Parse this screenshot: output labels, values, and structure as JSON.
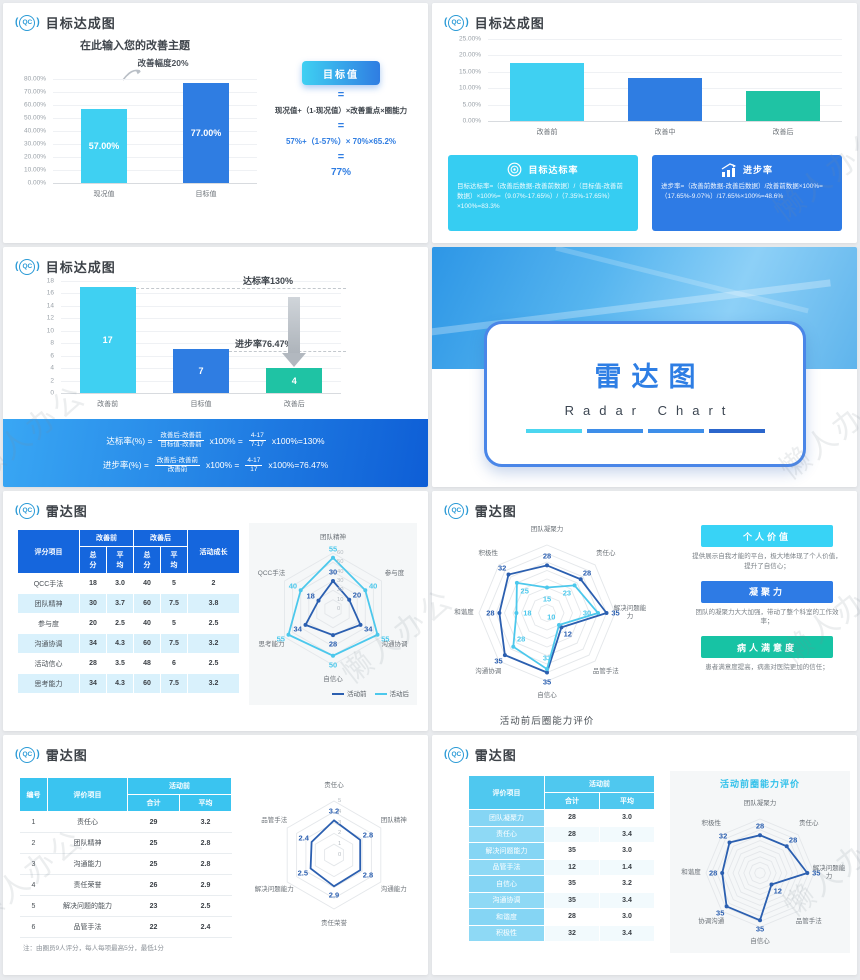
{
  "watermark": "懒人办公",
  "logo": {
    "left": "(",
    "text": "QC",
    "right": ")"
  },
  "slides": {
    "goal1": {
      "title": "目标达成图",
      "chart_title": "在此输入您的改善主题",
      "annotation": "改善幅度20%",
      "target_button": "目标值",
      "eq": "=",
      "formula_text": "现况值+（1-现况值）×改善重点×圈能力",
      "formula_values": "57%+（1-57%）× 70%×65.2%",
      "result": "77%",
      "chart": {
        "type": "bar",
        "ymax": 80,
        "yticks": [
          "80.00%",
          "70.00%",
          "60.00%",
          "50.00%",
          "40.00%",
          "30.00%",
          "20.00%",
          "10.00%",
          "0.00%"
        ],
        "categories": [
          "现况值",
          "目标值"
        ],
        "values": [
          57,
          77
        ],
        "value_labels": [
          "57.00%",
          "77.00%"
        ],
        "colors": [
          "#3fd0f2",
          "#2f7de2"
        ]
      }
    },
    "goal2": {
      "title": "目标达成图",
      "chart": {
        "type": "bar",
        "ymax": 25,
        "yticks": [
          "25.00%",
          "20.00%",
          "15.00%",
          "10.00%",
          "5.00%",
          "0.00%"
        ],
        "categories": [
          "改善前",
          "改善中",
          "改善后"
        ],
        "values": [
          17.65,
          13,
          9.07
        ],
        "colors": [
          "#3fd0f2",
          "#2f7de2",
          "#1fc3a4"
        ]
      },
      "box1": {
        "title": "目标达标率",
        "body": "目标达标率=（改善后数据-改善前数据）/（目标值-改善前数据）×100%=（9.07%-17.65%）/（7.35%-17.65%）×100%=83.3%"
      },
      "box2": {
        "title": "进步率",
        "body": "进步率=（改善前数据-改善后数据）/改善前数据×100%=（17.65%-9.07%）/17.65%×100%=48.6%"
      }
    },
    "goal3": {
      "title": "目标达成图",
      "annotation_rate": "达标率130%",
      "annotation_progress": "进步率76.47%",
      "chart": {
        "type": "bar",
        "ymax": 18,
        "yticks": [
          "18",
          "16",
          "14",
          "12",
          "10",
          "8",
          "6",
          "4",
          "2",
          "0"
        ],
        "categories": [
          "改善前",
          "目标值",
          "改善后"
        ],
        "values": [
          17,
          7,
          4
        ],
        "value_labels": [
          "17",
          "7",
          "4"
        ],
        "colors": [
          "#3fd0f2",
          "#2f7de2",
          "#1fc3a4"
        ]
      },
      "formula1": {
        "label": "达标率(%) =",
        "num1": "改善后-改善前",
        "den1": "目标值-改善前",
        "mid": "x100% =",
        "num2": "4-17",
        "den2": "7-17",
        "result": "x100%=130%"
      },
      "formula2": {
        "label": "进步率(%) =",
        "num1": "改善后-改善前",
        "den1": "改善前",
        "mid": "x100% =",
        "num2": "4-17",
        "den2": "17",
        "result": "x100%=76.47%"
      }
    },
    "cover": {
      "title": "雷达图",
      "subtitle": "Radar Chart"
    },
    "radar1": {
      "title": "雷达图",
      "table": {
        "col_item": "评分项目",
        "group_before": "改善前",
        "group_after": "改善后",
        "sub": [
          "总\n分",
          "平\n均",
          "总\n分",
          "平\n均"
        ],
        "col_growth": "活动成长",
        "rows": [
          [
            "QCC手法",
            "18",
            "3.0",
            "40",
            "5",
            "2"
          ],
          [
            "团队精神",
            "30",
            "3.7",
            "60",
            "7.5",
            "3.8"
          ],
          [
            "参与度",
            "20",
            "2.5",
            "40",
            "5",
            "2.5"
          ],
          [
            "沟通协调",
            "34",
            "4.3",
            "60",
            "7.5",
            "3.2"
          ],
          [
            "活动信心",
            "28",
            "3.5",
            "48",
            "6",
            "2.5"
          ],
          [
            "思考能力",
            "34",
            "4.3",
            "60",
            "7.5",
            "3.2"
          ]
        ]
      },
      "legend": [
        "活动前",
        "活动后"
      ],
      "chart": {
        "type": "radar",
        "axes": [
          "团队精神",
          "参与度",
          "沟通协调",
          "自信心",
          "思考能力",
          "QCC手法"
        ],
        "max": 60,
        "rings": 6,
        "ring_labels": [
          "60",
          "50",
          "40",
          "30",
          "20",
          "10",
          "0"
        ],
        "series": [
          {
            "name": "活动前",
            "values": [
              30,
              20,
              34,
              28,
              34,
              18
            ],
            "color": "#2b5fb0",
            "markers": true
          },
          {
            "name": "活动后",
            "values": [
              55,
              40,
              55,
              50,
              55,
              40
            ],
            "color": "#4cc8ec",
            "markers": true
          }
        ]
      }
    },
    "radar2": {
      "title": "雷达图",
      "caption": "活动前后圈能力评价",
      "chart": {
        "type": "radar",
        "axes": [
          "团队凝聚力",
          "责任心",
          "解决问题能力",
          "品管手法",
          "自信心",
          "沟通协调",
          "和谐度",
          "积极性"
        ],
        "max": 40,
        "rings": 8,
        "label_w": 34,
        "series": [
          {
            "name": "活动前",
            "values": [
              28,
              28,
              35,
              12,
              35,
              35,
              28,
              32
            ],
            "color": "#2b5fb0",
            "markers": true
          },
          {
            "name": "活动后",
            "values": [
              15,
              23,
              30,
              10,
              33,
              28,
              18,
              25
            ],
            "color": "#4cc8ec",
            "markers": true,
            "label_inward": true
          }
        ]
      },
      "cards": [
        {
          "label": "个人价值",
          "desc": "提供展示自我才能的平台，极大地体现了个人价值，提升了自信心；"
        },
        {
          "label": "凝聚力",
          "desc": "团队的凝聚力大大加强，带动了整个科室的工作效率；"
        },
        {
          "label": "病人满意度",
          "desc": "患者满意度提高，病患对医院更加的信任；"
        }
      ]
    },
    "radar3": {
      "title": "雷达图",
      "table": {
        "col_no": "编号",
        "col_item": "评价项目",
        "group": "活动前",
        "sub": [
          "合计",
          "平均"
        ],
        "rows": [
          [
            "1",
            "责任心",
            "29",
            "3.2"
          ],
          [
            "2",
            "团队精神",
            "25",
            "2.8"
          ],
          [
            "3",
            "沟通能力",
            "25",
            "2.8"
          ],
          [
            "4",
            "责任荣誉",
            "26",
            "2.9"
          ],
          [
            "5",
            "解决问题的能力",
            "23",
            "2.5"
          ],
          [
            "6",
            "品管手法",
            "22",
            "2.4"
          ]
        ],
        "note": "注：由圈员9人评分，每人每项最高5分，最低1分"
      },
      "chart": {
        "type": "radar",
        "axes": [
          "责任心",
          "团队精神",
          "沟通能力",
          "责任荣誉",
          "解决问题能力",
          "品管手法"
        ],
        "max": 5,
        "rings": 5,
        "ring_labels": [
          "5",
          "4",
          "3",
          "2",
          "1",
          "0"
        ],
        "series": [
          {
            "name": "活动前",
            "values": [
              3.2,
              2.8,
              2.8,
              2.9,
              2.5,
              2.4
            ],
            "color": "#2b5fb0"
          }
        ]
      }
    },
    "radar4": {
      "title": "雷达图",
      "panel_title": "活动前圈能力评价",
      "table": {
        "col_item": "评价项目",
        "group": "活动前",
        "sub": [
          "合计",
          "平均"
        ],
        "rows": [
          [
            "团队凝聚力",
            "28",
            "3.0"
          ],
          [
            "责任心",
            "28",
            "3.4"
          ],
          [
            "解决问题能力",
            "35",
            "3.0"
          ],
          [
            "品管手法",
            "12",
            "1.4"
          ],
          [
            "自信心",
            "35",
            "3.2"
          ],
          [
            "沟通协调",
            "35",
            "3.4"
          ],
          [
            "和谐度",
            "28",
            "3.0"
          ],
          [
            "积极性",
            "32",
            "3.4"
          ]
        ]
      },
      "chart": {
        "type": "radar",
        "axes": [
          "团队凝聚力",
          "责任心",
          "解决问题能力",
          "品管手法",
          "自信心",
          "协调沟通",
          "和谐度",
          "积极性"
        ],
        "max": 40,
        "rings": 10,
        "label_w": 34,
        "series": [
          {
            "name": "活动前",
            "values": [
              28,
              28,
              35,
              12,
              35,
              35,
              28,
              32
            ],
            "color": "#2b5fb0",
            "markers": true
          }
        ]
      }
    }
  }
}
